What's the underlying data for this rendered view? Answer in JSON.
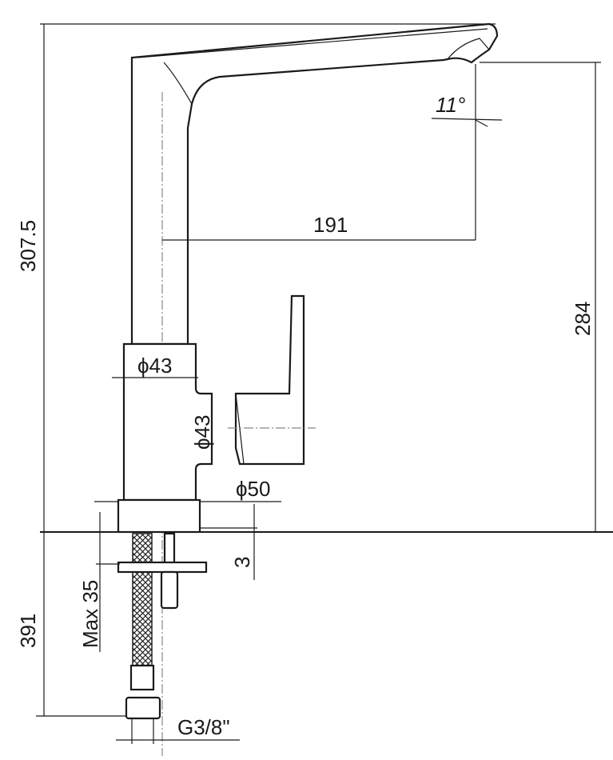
{
  "drawing": {
    "title": "Kitchen faucet dimension drawing",
    "dimensions": {
      "total_height": "307.5",
      "spout_reach": "191",
      "spout_angle": "11°",
      "spout_height": "284",
      "body_diameter": "ϕ43",
      "handle_diameter": "ϕ43",
      "base_diameter": "ϕ50",
      "base_gap": "3",
      "max_counter_thickness": "Max 35",
      "hose_length": "391",
      "connection_thread": "G3/8\""
    },
    "colors": {
      "line": "#1a1a1a",
      "centerline": "#888888"
    }
  }
}
